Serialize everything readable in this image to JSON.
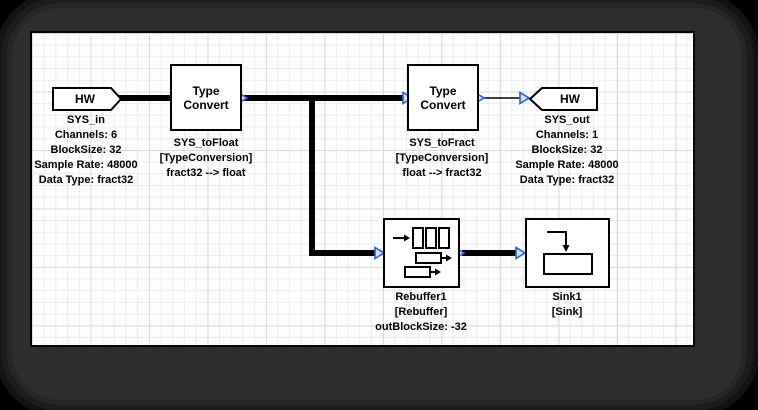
{
  "diagram": {
    "nodes": {
      "hw_in": {
        "title": "HW",
        "name": "SYS_in",
        "props": [
          "Channels: 6",
          "BlockSize: 32",
          "Sample Rate: 48000",
          "Data Type: fract32"
        ]
      },
      "sys_to_float": {
        "title": "Type Convert",
        "name": "SYS_toFloat",
        "type": "[TypeConversion]",
        "detail": "fract32 --> float"
      },
      "sys_to_fract": {
        "title": "Type Convert",
        "name": "SYS_toFract",
        "type": "[TypeConversion]",
        "detail": "float --> fract32"
      },
      "hw_out": {
        "title": "HW",
        "name": "SYS_out",
        "props": [
          "Channels: 1",
          "BlockSize: 32",
          "Sample Rate: 48000",
          "Data Type: fract32"
        ]
      },
      "rebuffer1": {
        "name": "Rebuffer1",
        "type": "[Rebuffer]",
        "detail": "outBlockSize: -32"
      },
      "sink1": {
        "name": "Sink1",
        "type": "[Sink]"
      }
    },
    "colors": {
      "wire": "#000000",
      "pin_stroke": "#2d5be0",
      "pin_fill": "#cfe0fa",
      "block_border": "#000000",
      "canvas_bg": "#fdfdfd",
      "frame_bg": "#2e2e2e"
    }
  }
}
